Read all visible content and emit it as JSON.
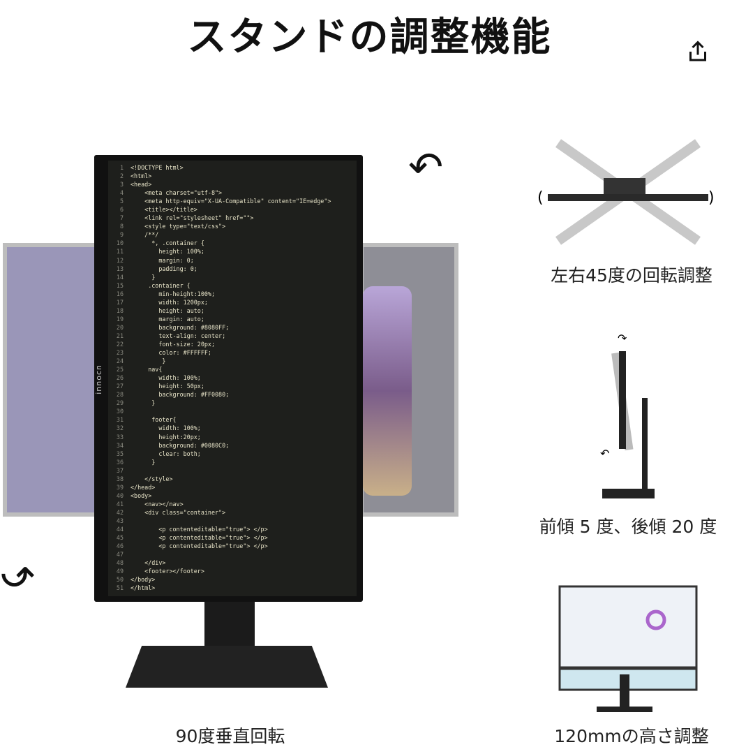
{
  "header": {
    "title": "スタンドの調整機能",
    "share_icon": "share-icon"
  },
  "product": {
    "brand_logo": "innocn",
    "code_lines": [
      "<!DOCTYPE html>",
      "<html>",
      "<head>",
      "    <meta charset=\"utf-8\">",
      "    <meta http-equiv=\"X-UA-Compatible\" content=\"IE=edge\">",
      "    <title></title>",
      "    <link rel=\"stylesheet\" href=\"\">",
      "    <style type=\"text/css\">",
      "    /**/",
      "      *, .container {",
      "        height: 100%;",
      "        margin: 0;",
      "        padding: 0;",
      "      }",
      "     .container {",
      "        min-height:100%;",
      "        width: 1200px;",
      "        height: auto;",
      "        margin: auto;",
      "        background: #8080FF;",
      "        text-align: center;",
      "        font-size: 20px;",
      "        color: #FFFFFF;",
      "         }",
      "     nav{",
      "        width: 100%;",
      "        height: 50px;",
      "        background: #FF0080;",
      "      }",
      "",
      "      footer{",
      "        width: 100%;",
      "        height:20px;",
      "        background: #0080C0;",
      "        clear: both;",
      "      }",
      "",
      "    </style>",
      "</head>",
      "<body>",
      "    <nav></nav>",
      "    <div class=\"container\">",
      "",
      "        <p contenteditable=\"true\"> </p>",
      "        <p contenteditable=\"true\"> </p>",
      "        <p contenteditable=\"true\"> </p>",
      "",
      "    </div>",
      "    <footer></footer>",
      "</body>",
      "</html>"
    ]
  },
  "features": [
    {
      "caption": "左右45度の回転調整"
    },
    {
      "caption": "前傾 5 度、後傾 20 度"
    },
    {
      "caption": "90度垂直回転"
    },
    {
      "caption": "120mmの高さ調整"
    }
  ]
}
